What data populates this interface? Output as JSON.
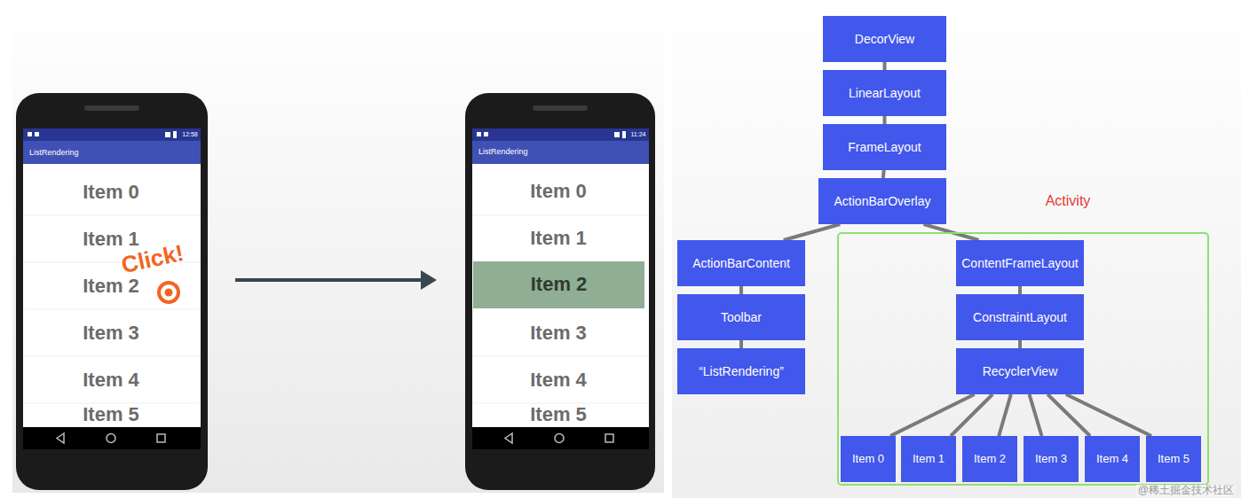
{
  "diagram": {
    "nodes": [
      {
        "text": [
          "Item 2"
        ]
      },
      {
        "text": [
          "DecorView"
        ]
      },
      {
        "text": [
          "LinearLayout"
        ]
      },
      {
        "text": [
          "FrameLayout"
        ]
      },
      {
        "text": [
          "ActionBarOverlay"
        ]
      },
      {
        "text": [
          "ActionBarContent"
        ]
      },
      {
        "text": [
          "Toolbar"
        ]
      },
      {
        "text": [
          "“ListRendering”"
        ]
      },
      {
        "text": [
          "Activity"
        ]
      },
      {
        "text": [
          "ContentFrameLayout"
        ],
        "in": 8
      },
      {
        "text": [
          "ConstraintLayout"
        ],
        "in": 8
      },
      {
        "text": [
          "RecyclerView"
        ],
        "in": 8
      },
      {
        "text": [
          "Item 0"
        ],
        "in": 8
      },
      {
        "text": [
          "Item 1"
        ],
        "in": 8
      },
      {
        "text": [
          "Item 2"
        ],
        "in": 8
      },
      {
        "text": [
          "Item 3"
        ],
        "in": 8
      },
      {
        "text": [
          "Item 4"
        ],
        "in": 8
      },
      {
        "text": [
          "Item 5"
        ],
        "in": 8
      }
    ],
    "edges": [
      {
        "from": 1,
        "to": 2,
        "arrow": "none"
      },
      {
        "from": 2,
        "to": 3,
        "arrow": "none"
      },
      {
        "from": 3,
        "to": 4,
        "arrow": "none"
      },
      {
        "from": 4,
        "to": 5,
        "arrow": "none"
      },
      {
        "from": 4,
        "to": 9,
        "arrow": "none"
      },
      {
        "from": 5,
        "to": 6,
        "arrow": "none"
      },
      {
        "from": 6,
        "to": 7,
        "arrow": "none"
      },
      {
        "from": 9,
        "to": 10,
        "arrow": "none"
      },
      {
        "from": 10,
        "to": 11,
        "arrow": "none"
      },
      {
        "from": 11,
        "to": 12,
        "arrow": "none"
      },
      {
        "from": 11,
        "to": 13,
        "arrow": "none"
      },
      {
        "from": 11,
        "to": 14,
        "arrow": "none"
      },
      {
        "from": 11,
        "to": 15,
        "arrow": "none"
      },
      {
        "from": 11,
        "to": 16,
        "arrow": "none"
      },
      {
        "from": 11,
        "to": 17,
        "arrow": "none"
      }
    ],
    "labels": [
      "12:58",
      "ListRendering",
      "Item 0",
      "Item 1",
      "Item 2",
      "Item 3",
      "Item 4",
      "Item 5",
      "Click!",
      "11:24",
      "ListRendering",
      "Item 0",
      "Item 1",
      "Item 3",
      "Item 4",
      "Item 5",
      "@稀土掘金技术社区"
    ]
  }
}
